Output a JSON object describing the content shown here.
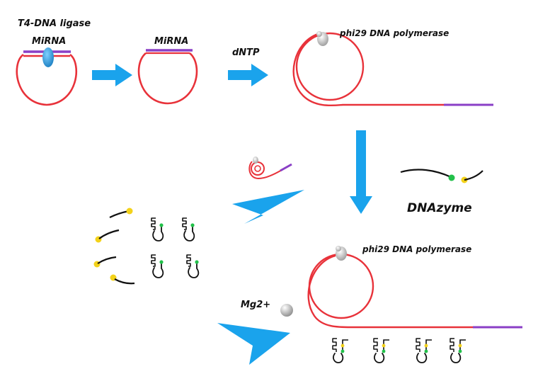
{
  "labels": {
    "ligase": "T4-DNA ligase",
    "mirna_1": "MiRNA",
    "mirna_2": "MiRNA",
    "dntp": "dNTP",
    "polymerase_1": "phi29 DNA polymerase",
    "dnazyme": "DNAzyme",
    "polymerase_2": "phi29 DNA polymerase",
    "mg": "Mg2+"
  },
  "colors": {
    "circle": "#e8323a",
    "mirna": "#8a3fc6",
    "arrow": "#1aa3ec",
    "strand": "#111111",
    "green": "#22c04a",
    "yellow": "#f3d21a",
    "ligase": "#2196d3",
    "polymerase": "#c8c8c8"
  },
  "icons": [
    "arrow-right-icon",
    "arrow-down-icon",
    "arrow-left-icon",
    "ligase-blob-icon",
    "polymerase-blob-icon",
    "mg-ion-icon",
    "hairpin-icon"
  ]
}
